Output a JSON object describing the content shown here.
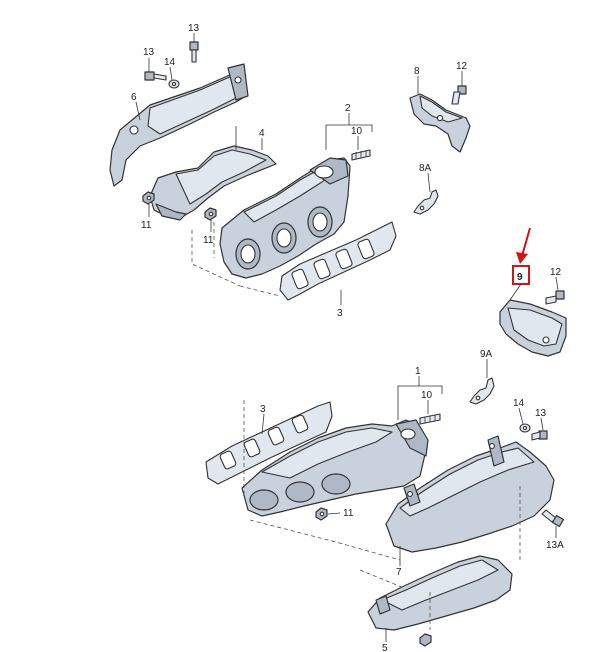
{
  "callouts": {
    "c13a": "13",
    "c13b": "13",
    "c14a": "14",
    "c6": "6",
    "c2": "2",
    "c10a": "10",
    "c4": "4",
    "c11a": "11",
    "c11b": "11",
    "c3a": "3",
    "c8": "8",
    "c12a": "12",
    "c8A": "8A",
    "c9": "9",
    "c12b": "12",
    "c9A": "9A",
    "c1": "1",
    "c10b": "10",
    "c3b": "3",
    "c14b": "14",
    "c13c": "13",
    "c11c": "11",
    "c13A": "13A",
    "c7": "7",
    "c5": "5"
  },
  "highlight": {
    "part": "9",
    "color": "#d21414"
  }
}
